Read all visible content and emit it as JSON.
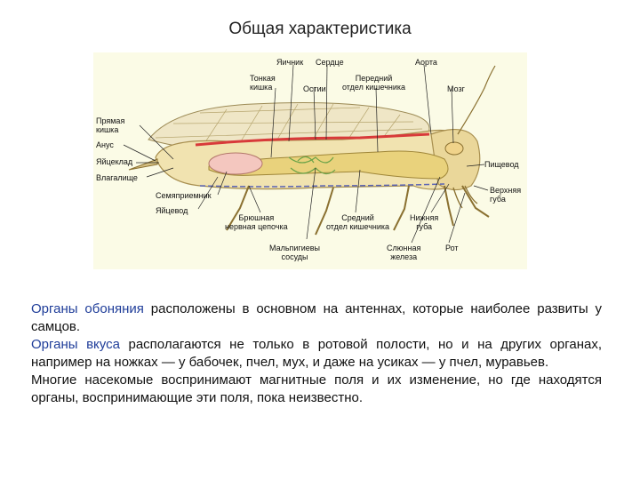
{
  "title": "Общая характеристика",
  "figure": {
    "labels": {
      "yaichnik": "Яичник",
      "serdtse": "Сердце",
      "aorta": "Аорта",
      "tonkaya_kishka": "Тонкая\nкишка",
      "ostii": "Остии",
      "peredniy_otdel": "Передний\nотдел кишечника",
      "mozg": "Мозг",
      "pryamaya_kishka": "Прямая\nкишка",
      "anus": "Анус",
      "yaytseklad": "Яйцеклад",
      "vlagalishche": "Влагалище",
      "semopriemnik": "Семяприемник",
      "yaytsevod": "Яйцевод",
      "bryushnaya_tsepochka": "Брюшная\nнервная цепочка",
      "sredniy_otdel": "Средний\nотдел кишечника",
      "nizhnyaya_guba": "Нижняя\nгуба",
      "pishchevod": "Пищевод",
      "verkhnyaya_guba": "Верхняя\nгуба",
      "malpigievy": "Мальпигиевы\nсосуды",
      "slyunnaya": "Слюнная\nжелеза",
      "rot": "Рот"
    }
  },
  "text": {
    "p1_term": "Органы обоняния",
    "p1_rest": " расположены в основном на антеннах, которые наиболее развиты у самцов.",
    "p2_term": "Органы вкуса",
    "p2_rest": " располагаются не только в ротовой полости, но и на других органах, например на ножках — у бабочек, пчел, мух, и даже на усиках — у пчел, муравьев.",
    "p3": "Многие насекомые воспринимают магнитные поля и их изменение, но где находятся органы, воспринимающие эти поля, пока неизвестно."
  }
}
